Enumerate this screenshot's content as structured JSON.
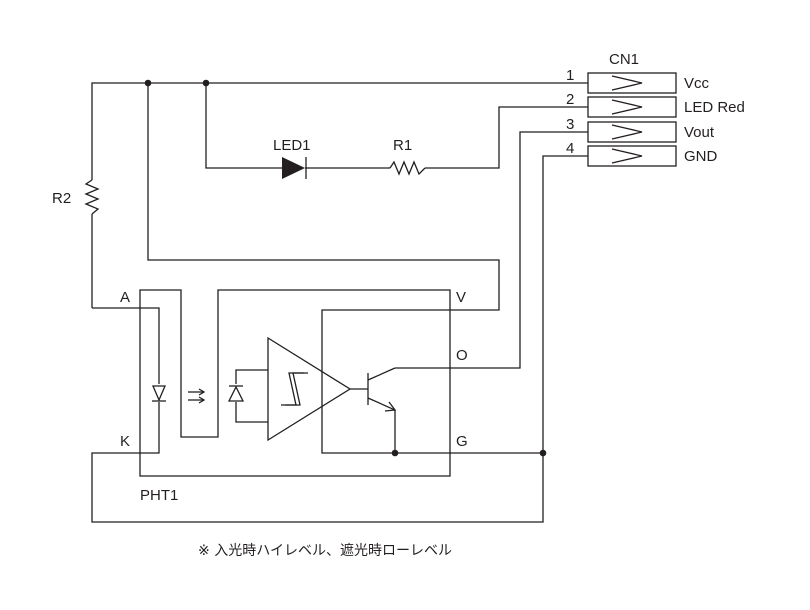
{
  "connector": {
    "name": "CN1",
    "pins": [
      {
        "number": "1",
        "label": "Vcc"
      },
      {
        "number": "2",
        "label": "LED Red"
      },
      {
        "number": "3",
        "label": "Vout"
      },
      {
        "number": "4",
        "label": "GND"
      }
    ]
  },
  "components": {
    "led": "LED1",
    "resistor1": "R1",
    "resistor2": "R2",
    "photo_interrupter": "PHT1"
  },
  "pht_pins": {
    "a": "A",
    "k": "K",
    "v": "V",
    "o": "O",
    "g": "G"
  },
  "note": "※ 入光時ハイレベル、遮光時ローレベル",
  "colors": {
    "ink": "#231f20",
    "background": "#ffffff"
  }
}
